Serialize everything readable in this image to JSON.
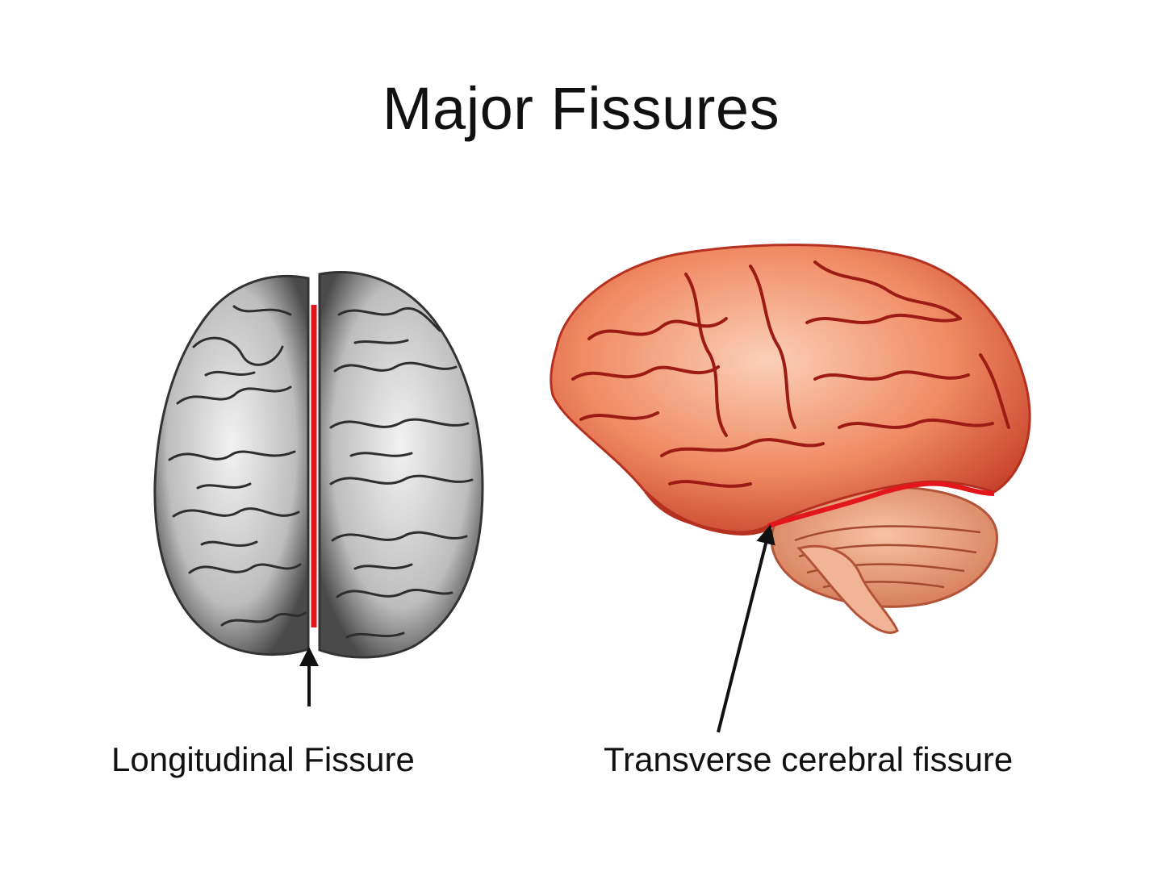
{
  "title": "Major Fissures",
  "diagrams": [
    {
      "view": "superior",
      "label": "Longitudinal Fissure",
      "fissure_color": "#e3161b"
    },
    {
      "view": "lateral",
      "label": "Transverse cerebral fissure",
      "fissure_color": "#e3161b"
    }
  ],
  "colors": {
    "brain_gray": "#d8d8d8",
    "brain_gray_dark": "#3a3a3a",
    "brain_orange": "#f3a07c",
    "brain_orange_dark": "#a6241a",
    "arrow": "#111111"
  }
}
